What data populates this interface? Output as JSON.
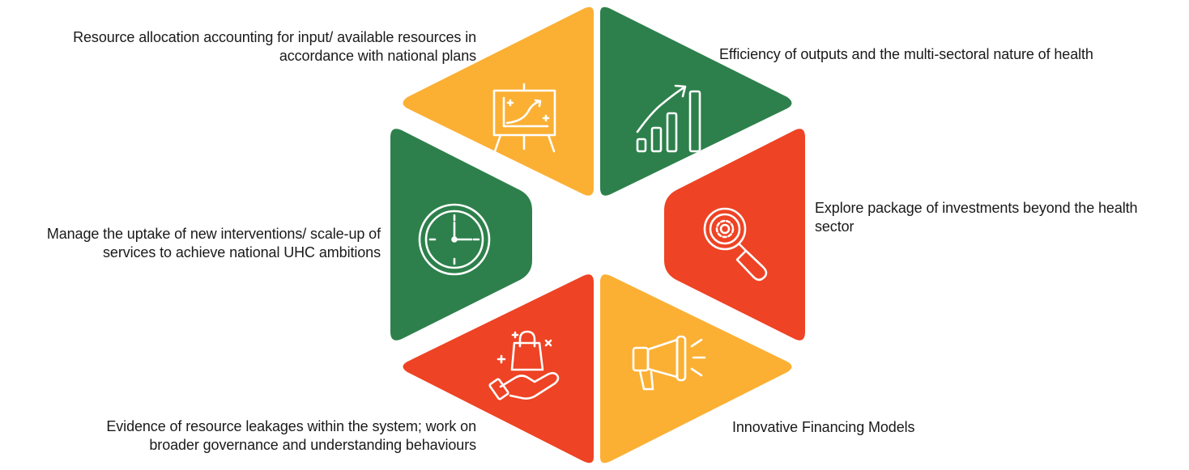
{
  "colors": {
    "orange": "#FBB034",
    "green": "#2D804B",
    "red": "#EE4324",
    "icon": "#FFFFFF",
    "text": "#1A1A1A"
  },
  "segments": [
    {
      "id": "top-left",
      "color": "#FBB034",
      "icon": "presentation-board-chart-icon",
      "label_lines": [
        "Resource allocation accounting for input/ available resources in",
        "accordance with national plans"
      ]
    },
    {
      "id": "top-right",
      "color": "#2D804B",
      "icon": "growth-bar-chart-icon",
      "label_lines": [
        "Efficiency of outputs and the multi-sectoral nature of health"
      ]
    },
    {
      "id": "right",
      "color": "#EE4324",
      "icon": "magnifier-gear-icon",
      "label_lines": [
        "Explore package of investments beyond the health",
        "sector"
      ]
    },
    {
      "id": "bottom-right",
      "color": "#FBB034",
      "icon": "megaphone-icon",
      "label_lines": [
        "Innovative Financing Models"
      ]
    },
    {
      "id": "bottom-left",
      "color": "#EE4324",
      "icon": "hand-shopping-bag-icon",
      "label_lines": [
        "Evidence of resource leakages within the system; work on",
        "broader governance and understanding behaviours"
      ]
    },
    {
      "id": "left",
      "color": "#2D804B",
      "icon": "clock-icon",
      "label_lines": [
        "Manage the uptake of new interventions/ scale-up of",
        "services to achieve national UHC ambitions"
      ]
    }
  ]
}
